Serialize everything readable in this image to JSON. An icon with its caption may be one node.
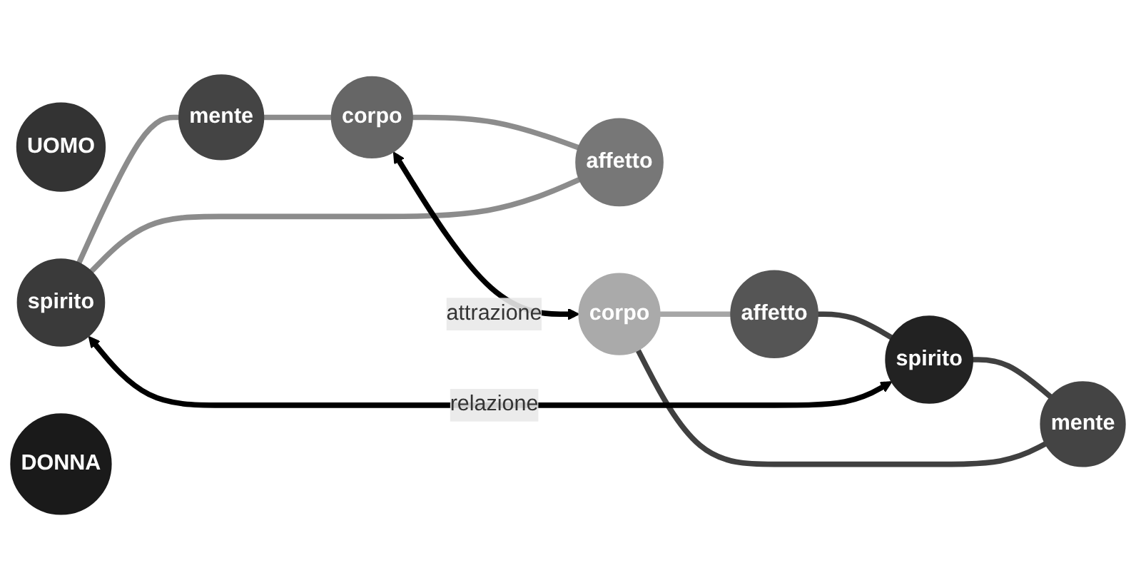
{
  "diagram": {
    "nodes": [
      {
        "text": [
          "UOMO"
        ]
      },
      {
        "text": [
          "spirito"
        ]
      },
      {
        "text": [
          "mente"
        ]
      },
      {
        "text": [
          "corpo"
        ]
      },
      {
        "text": [
          "affetto"
        ]
      },
      {
        "text": [
          "DONNA"
        ]
      },
      {
        "text": [
          "spirito"
        ]
      },
      {
        "text": [
          "mente"
        ]
      },
      {
        "text": [
          "corpo"
        ]
      },
      {
        "text": [
          "affetto"
        ]
      }
    ],
    "edges": [
      {
        "from": 1,
        "to": 2,
        "arrow": "none",
        "color": "#8c8c8c"
      },
      {
        "from": 2,
        "to": 3,
        "arrow": "none",
        "color": "#8c8c8c"
      },
      {
        "from": 3,
        "to": 4,
        "arrow": "none",
        "color": "#8c8c8c"
      },
      {
        "from": 4,
        "to": 1,
        "arrow": "none",
        "color": "#8c8c8c"
      },
      {
        "from": 6,
        "to": 7,
        "arrow": "none",
        "color": "#404040"
      },
      {
        "from": 7,
        "to": 8,
        "arrow": "none",
        "color": "#404040"
      },
      {
        "from": 8,
        "to": 9,
        "arrow": "none",
        "color": "#a6a6a6"
      },
      {
        "from": 9,
        "to": 6,
        "arrow": "none",
        "color": "#404040"
      },
      {
        "from": 1,
        "to": 6,
        "arrow": "both",
        "label": "relazione",
        "color": "#000000"
      },
      {
        "from": 3,
        "to": 8,
        "arrow": "both",
        "label": "attrazione",
        "color": "#000000"
      }
    ]
  }
}
